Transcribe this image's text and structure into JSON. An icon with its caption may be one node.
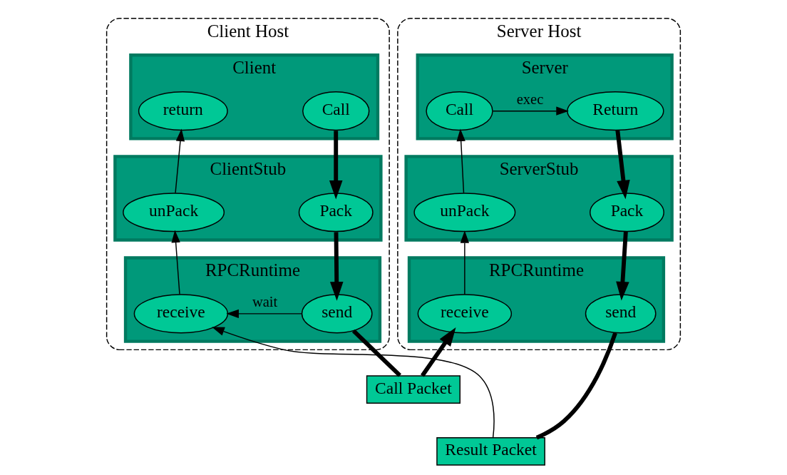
{
  "diagram": {
    "nodes": [
      {
        "text": [
          "Client Host"
        ]
      },
      {
        "text": [
          "Client"
        ],
        "in": 0
      },
      {
        "text": [
          "return"
        ],
        "in": 1
      },
      {
        "text": [
          "Call"
        ],
        "in": 1
      },
      {
        "text": [
          "ClientStub"
        ],
        "in": 0
      },
      {
        "text": [
          "unPack"
        ],
        "in": 4
      },
      {
        "text": [
          "Pack"
        ],
        "in": 4
      },
      {
        "text": [
          "RPCRuntime"
        ],
        "in": 0
      },
      {
        "text": [
          "receive"
        ],
        "in": 7
      },
      {
        "text": [
          "send"
        ],
        "in": 7
      },
      {
        "text": [
          "Server Host"
        ]
      },
      {
        "text": [
          "Server"
        ],
        "in": 10
      },
      {
        "text": [
          "Call"
        ],
        "in": 11
      },
      {
        "text": [
          "Return"
        ],
        "in": 11
      },
      {
        "text": [
          "ServerStub"
        ],
        "in": 10
      },
      {
        "text": [
          "unPack"
        ],
        "in": 14
      },
      {
        "text": [
          "Pack"
        ],
        "in": 14
      },
      {
        "text": [
          "RPCRuntime"
        ],
        "in": 10
      },
      {
        "text": [
          "receive"
        ],
        "in": 17
      },
      {
        "text": [
          "send"
        ],
        "in": 17
      },
      {
        "text": [
          "Call Packet"
        ]
      },
      {
        "text": [
          "Result Packet"
        ]
      }
    ],
    "edges": [
      {
        "from": 3,
        "to": 6,
        "arrow": "to",
        "style": "thick"
      },
      {
        "from": 6,
        "to": 9,
        "arrow": "to",
        "style": "thick"
      },
      {
        "from": 9,
        "to": 8,
        "arrow": "to",
        "label": "wait"
      },
      {
        "from": 8,
        "to": 5,
        "arrow": "to"
      },
      {
        "from": 5,
        "to": 2,
        "arrow": "to"
      },
      {
        "from": 9,
        "to": 20,
        "arrow": "none",
        "style": "thick"
      },
      {
        "from": 20,
        "to": 18,
        "arrow": "to",
        "style": "thick"
      },
      {
        "from": 18,
        "to": 15,
        "arrow": "to"
      },
      {
        "from": 15,
        "to": 12,
        "arrow": "to"
      },
      {
        "from": 12,
        "to": 13,
        "arrow": "to",
        "label": "exec"
      },
      {
        "from": 13,
        "to": 16,
        "arrow": "to",
        "style": "thick"
      },
      {
        "from": 16,
        "to": 19,
        "arrow": "to",
        "style": "thick"
      },
      {
        "from": 19,
        "to": 21,
        "arrow": "none",
        "style": "thick"
      },
      {
        "from": 21,
        "to": 8,
        "arrow": "to"
      }
    ]
  }
}
